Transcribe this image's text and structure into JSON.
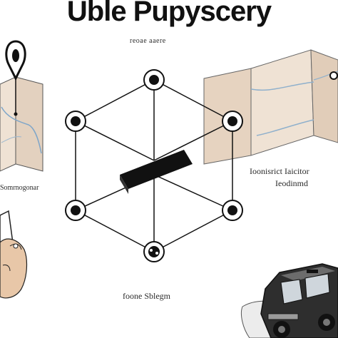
{
  "title": "Uble Pupyscery",
  "captions": {
    "top": "reoae aaere",
    "left": "Somrnogonar",
    "right_line1": "Ioonisrict Iaicitor",
    "right_line2": "Ieodinmd",
    "bottom": "foone Sblegm"
  },
  "icons": {
    "map_pin": "map-pin-icon",
    "folded_map_left": "folded-map-icon",
    "folded_map_right": "folded-map-icon",
    "hand": "hand-holding-phone-icon",
    "car": "car-icon",
    "network": "network-graph-icon"
  },
  "colors": {
    "ink": "#111111",
    "map_paper": "#efe2d4",
    "map_shade": "#d9c6b3",
    "skin": "#e8c7a8",
    "car_body": "#2e2e2e"
  }
}
